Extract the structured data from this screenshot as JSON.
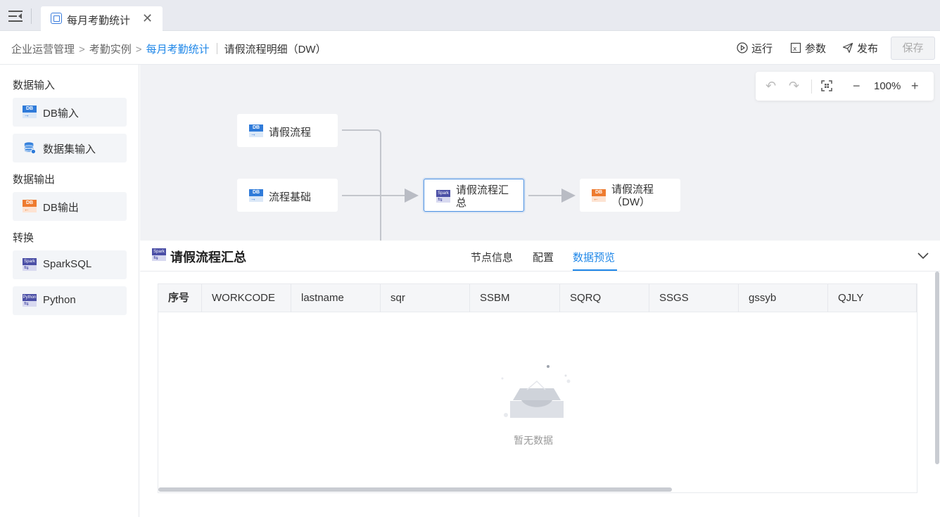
{
  "tab": {
    "title": "每月考勤统计"
  },
  "breadcrumb": {
    "items": [
      "企业运营管理",
      "考勤实例",
      "每月考勤统计"
    ],
    "current": "请假流程明细（DW）"
  },
  "toolbar": {
    "run": "运行",
    "params": "参数",
    "publish": "发布",
    "save": "保存"
  },
  "sidebar": {
    "sections": [
      {
        "title": "数据输入",
        "items": [
          {
            "label": "DB输入",
            "icon": "db-input-icon"
          },
          {
            "label": "数据集输入",
            "icon": "dataset-icon"
          }
        ]
      },
      {
        "title": "数据输出",
        "items": [
          {
            "label": "DB输出",
            "icon": "db-output-icon"
          }
        ]
      },
      {
        "title": "转换",
        "items": [
          {
            "label": "SparkSQL",
            "icon": "spark-icon"
          },
          {
            "label": "Python",
            "icon": "python-icon"
          }
        ]
      }
    ]
  },
  "canvas": {
    "zoom": "100%",
    "nodes": {
      "n1": "请假流程",
      "n2": "流程基础",
      "n3": "请假流程汇总",
      "n4": "请假流程（DW）"
    }
  },
  "panel": {
    "title": "请假流程汇总",
    "tabs": [
      "节点信息",
      "配置",
      "数据预览"
    ],
    "active_tab": "数据预览",
    "columns": [
      "序号",
      "WORKCODE",
      "lastname",
      "sqr",
      "SSBM",
      "SQRQ",
      "SSGS",
      "gssyb",
      "QJLY"
    ],
    "empty_text": "暂无数据"
  },
  "colors": {
    "accent": "#1f87e8",
    "db": "#2f7bd9",
    "output": "#ee7b2f",
    "spark": "#4b4fa6"
  }
}
